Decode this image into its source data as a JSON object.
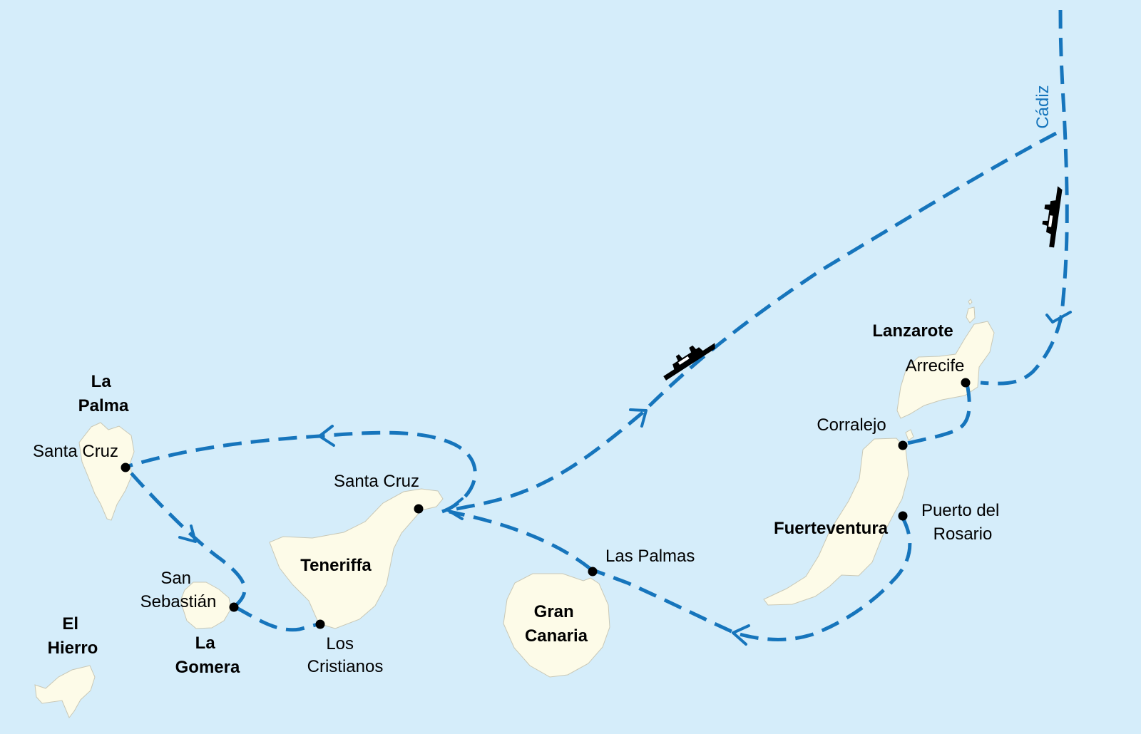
{
  "map": {
    "islands": {
      "la_palma": [
        "La",
        "Palma"
      ],
      "el_hierro": [
        "El",
        "Hierro"
      ],
      "la_gomera": [
        "La",
        "Gomera"
      ],
      "teneriffa": "Teneriffa",
      "gran_canaria": [
        "Gran",
        "Canaria"
      ],
      "fuerteventura": "Fuerteventura",
      "lanzarote": "Lanzarote"
    },
    "ports": {
      "santa_cruz_la_palma": "Santa Cruz",
      "san_sebastian": [
        "San",
        "Sebastián"
      ],
      "los_cristianos": [
        "Los",
        "Cristianos"
      ],
      "santa_cruz_tenerife": "Santa Cruz",
      "las_palmas": "Las Palmas",
      "corralejo": "Corralejo",
      "arrecife": "Arrecife",
      "puerto_del_rosario": [
        "Puerto del",
        "Rosario"
      ]
    },
    "route_label": "Cádiz",
    "colors": {
      "sea": "#d5edfa",
      "land": "#fdfbe8",
      "route": "#1675bc",
      "port_marker": "#000000"
    },
    "icons": [
      "ship-icon",
      "ship-icon"
    ]
  }
}
